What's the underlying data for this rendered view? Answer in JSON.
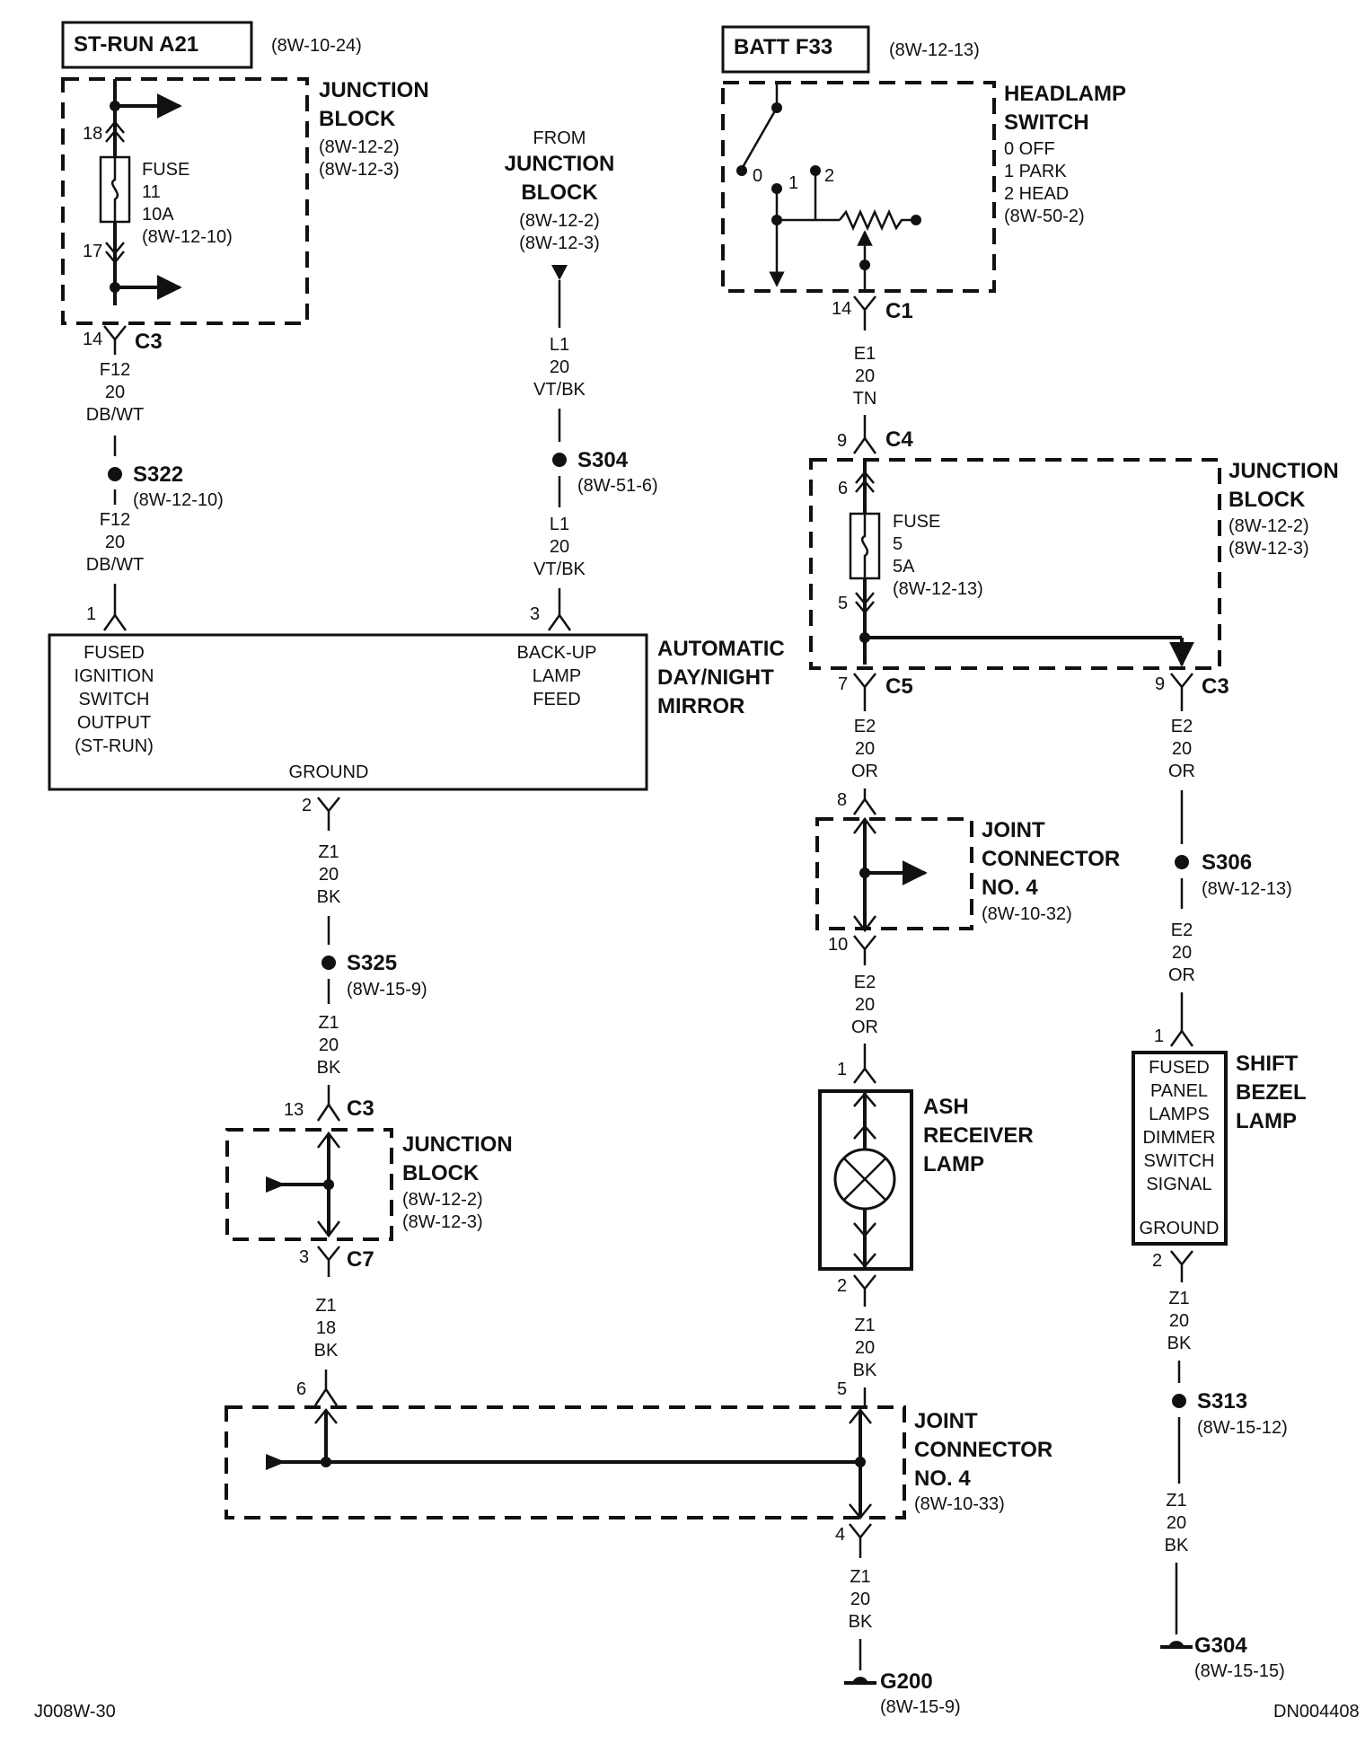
{
  "st_run": {
    "title": "ST-RUN A21",
    "ref": "(8W-10-24)"
  },
  "batt": {
    "title": "BATT F33",
    "ref": "(8W-12-13)"
  },
  "jb_top_left": {
    "title1": "JUNCTION",
    "title2": "BLOCK",
    "ref1": "(8W-12-2)",
    "ref2": "(8W-12-3)",
    "pin_top": "18",
    "pin_bottom": "17",
    "fuse": [
      "FUSE",
      "11",
      "10A",
      "(8W-12-10)"
    ]
  },
  "conn_c3_left": {
    "pin": "14",
    "name": "C3"
  },
  "wire_f12_a": [
    "F12",
    "20",
    "DB/WT"
  ],
  "splice_s322": {
    "name": "S322",
    "ref": "(8W-12-10)"
  },
  "wire_f12_b": [
    "F12",
    "20",
    "DB/WT"
  ],
  "from_jb": [
    "FROM",
    "JUNCTION",
    "BLOCK",
    "(8W-12-2)",
    "(8W-12-3)"
  ],
  "wire_l1_a": [
    "L1",
    "20",
    "VT/BK"
  ],
  "splice_s304": {
    "name": "S304",
    "ref": "(8W-51-6)"
  },
  "wire_l1_b": [
    "L1",
    "20",
    "VT/BK"
  ],
  "mirror": {
    "pin1": "1",
    "pin3": "3",
    "pin2": "2",
    "fused_lines": [
      "FUSED",
      "IGNITION",
      "SWITCH",
      "OUTPUT",
      "(ST-RUN)"
    ],
    "backup_lines": [
      "BACK-UP",
      "LAMP",
      "FEED"
    ],
    "ground": "GROUND",
    "title": [
      "AUTOMATIC",
      "DAY/NIGHT",
      "MIRROR"
    ]
  },
  "wire_z1_a": [
    "Z1",
    "20",
    "BK"
  ],
  "splice_s325": {
    "name": "S325",
    "ref": "(8W-15-9)"
  },
  "wire_z1_b": [
    "Z1",
    "20",
    "BK"
  ],
  "jb_c3_mid": {
    "pin": "13",
    "name": "C3"
  },
  "jb_lower": {
    "title1": "JUNCTION",
    "title2": "BLOCK",
    "ref1": "(8W-12-2)",
    "ref2": "(8W-12-3)"
  },
  "jb_c7": {
    "pin": "3",
    "name": "C7"
  },
  "wire_z1_c": [
    "Z1",
    "18",
    "BK"
  ],
  "jc_lower": {
    "pin_left": "6",
    "pin_right": "5",
    "pin_bottom": "4",
    "title": [
      "JOINT",
      "CONNECTOR",
      "NO. 4"
    ],
    "ref": "(8W-10-33)"
  },
  "headlamp": {
    "title": [
      "HEADLAMP",
      "SWITCH"
    ],
    "modes": [
      "0 OFF",
      "1 PARK",
      "2 HEAD"
    ],
    "ref": "(8W-50-2)",
    "pos0": "0",
    "pos1": "1",
    "pos2": "2"
  },
  "conn_c1": {
    "pin": "14",
    "name": "C1"
  },
  "wire_e1": [
    "E1",
    "20",
    "TN"
  ],
  "conn_c4": {
    "pin": "9",
    "name": "C4"
  },
  "jb_right": {
    "title1": "JUNCTION",
    "title2": "BLOCK",
    "ref1": "(8W-12-2)",
    "ref2": "(8W-12-3)",
    "pin_top": "6",
    "pin_bottom": "5",
    "fuse": [
      "FUSE",
      "5",
      "5A",
      "(8W-12-13)"
    ]
  },
  "conn_c5": {
    "pin": "7",
    "name": "C5"
  },
  "conn_c3_right": {
    "pin": "9",
    "name": "C3"
  },
  "wire_e2_a": [
    "E2",
    "20",
    "OR"
  ],
  "wire_e2_r1": [
    "E2",
    "20",
    "OR"
  ],
  "jc_upper": {
    "pin_top": "8",
    "pin_bottom": "10",
    "title": [
      "JOINT",
      "CONNECTOR",
      "NO. 4"
    ],
    "ref": "(8W-10-32)"
  },
  "splice_s306": {
    "name": "S306",
    "ref": "(8W-12-13)"
  },
  "wire_e2_r2": [
    "E2",
    "20",
    "OR"
  ],
  "wire_e2_b": [
    "E2",
    "20",
    "OR"
  ],
  "ash_lamp": {
    "pin_top": "1",
    "pin_bottom": "2",
    "title": [
      "ASH",
      "RECEIVER",
      "LAMP"
    ]
  },
  "shift_lamp": {
    "pin_top": "1",
    "pin_bottom": "2",
    "lines": [
      "FUSED",
      "PANEL",
      "LAMPS",
      "DIMMER",
      "SWITCH",
      "SIGNAL"
    ],
    "ground": "GROUND",
    "title": [
      "SHIFT",
      "BEZEL",
      "LAMP"
    ]
  },
  "wire_z1_ash": [
    "Z1",
    "20",
    "BK"
  ],
  "wire_z1_g200": [
    "Z1",
    "20",
    "BK"
  ],
  "ground_g200": {
    "name": "G200",
    "ref": "(8W-15-9)"
  },
  "wire_z1_shift_a": [
    "Z1",
    "20",
    "BK"
  ],
  "splice_s313": {
    "name": "S313",
    "ref": "(8W-15-12)"
  },
  "wire_z1_shift_b": [
    "Z1",
    "20",
    "BK"
  ],
  "ground_g304": {
    "name": "G304",
    "ref": "(8W-15-15)"
  },
  "footer": {
    "left": "J008W-30",
    "right": "DN004408"
  }
}
